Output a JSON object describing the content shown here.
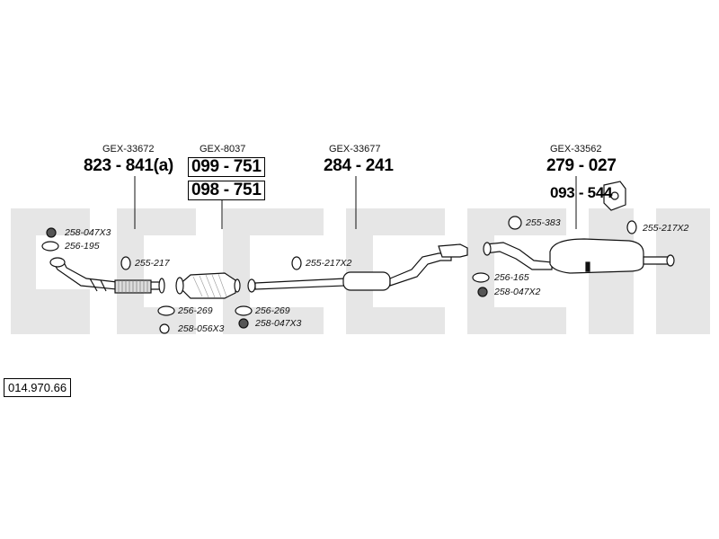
{
  "groups": [
    {
      "code": "GEX-33672",
      "part": "823 - 841(a)"
    },
    {
      "code": "GEX-8037",
      "part": "099 - 751",
      "part2": "098 - 751"
    },
    {
      "code": "GEX-33677",
      "part": "284 - 241"
    },
    {
      "code": "GEX-33562",
      "part": "279 - 027",
      "part2": "093 - 544"
    }
  ],
  "hardware": [
    "258-047X3",
    "256-195",
    "255-217",
    "256-269",
    "258-056X3",
    "256-269",
    "258-047X3",
    "255-217X2",
    "256-165",
    "258-047X2",
    "255-383",
    "255-217X2"
  ],
  "reference": "014.970.66",
  "colors": {
    "watermark": "#e6e6e6",
    "line": "#111111",
    "hatch": "#777777"
  }
}
